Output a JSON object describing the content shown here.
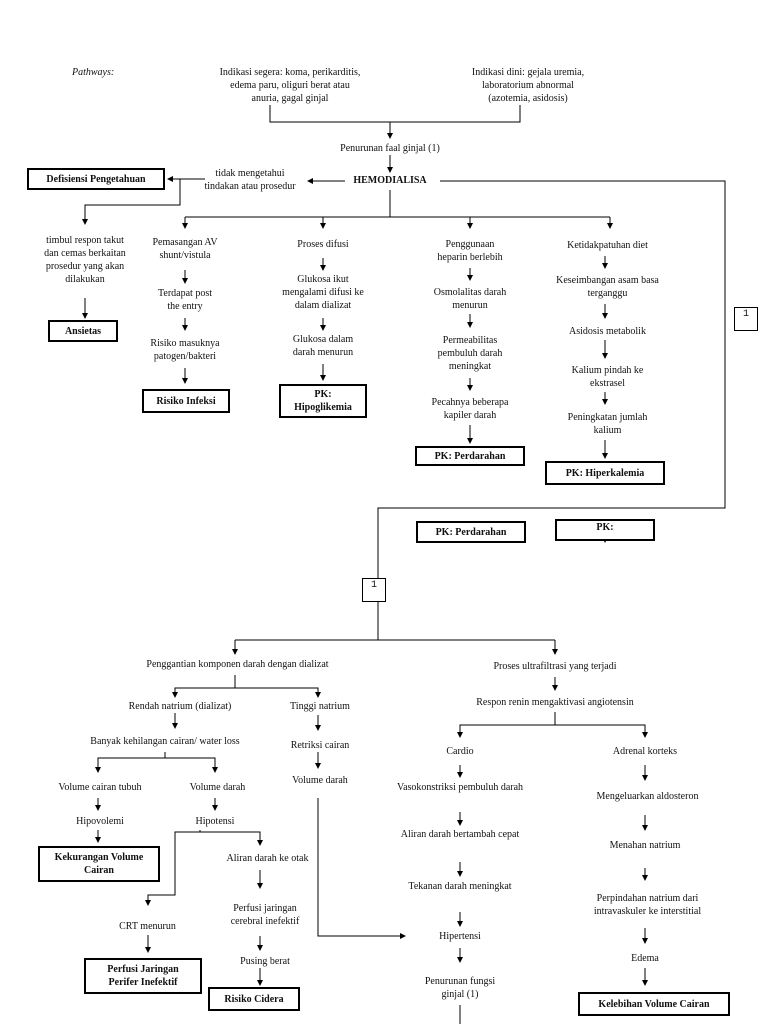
{
  "pathways_label": "Pathways:",
  "top": {
    "indikasi_segera": "Indikasi segera: koma, perikarditis,\nedema paru, oliguri berat atau\nanuria, gagal ginjal",
    "indikasi_dini": "Indikasi dini: gejala uremia,\nlaboratorium abnormal\n(azotemia, asidosis)",
    "penurunan_faal": "Penurunan faal ginjal (1)",
    "hemodialisa": "HEMODIALISA",
    "tidak_mengetahui": "tidak mengetahui\ntindakan atau prosedur",
    "defisiensi": "Defisiensi Pengetahuan",
    "timbul_respon": "timbul respon takut\ndan cemas berkaitan\nprosedur yang akan\ndilakukan",
    "ansietas": "Ansietas"
  },
  "col_infeksi": {
    "c1": "Pemasangan AV\nshunt/vistula",
    "c2": "Terdapat post\nthe entry",
    "c3": "Risiko masuknya\npatogen/bakteri",
    "dx": "Risiko Infeksi"
  },
  "col_difusi": {
    "c1": "Proses difusi",
    "c2": "Glukosa ikut\nmengalami difusi ke\ndalam dializat",
    "c3": "Glukosa dalam\ndarah menurun",
    "dx": "PK:\nHipoglikemia"
  },
  "col_heparin": {
    "c1": "Penggunaan\nheparin berlebih",
    "c2": "Osmolalitas darah\nmenurun",
    "c3": "Permeabilitas\npembuluh darah\nmeningkat",
    "c4": "Pecahnya beberapa\nkapiler darah",
    "dx": "PK: Perdarahan"
  },
  "col_diet": {
    "c1": "Ketidakpatuhan diet",
    "c2": "Keseimbangan asam basa\nterganggu",
    "c3": "Asidosis metabolik",
    "c4": "Kalium pindah ke\nekstrasel",
    "c5": "Peningkatan jumlah\nkalium",
    "dx": "PK: Hiperkalemia"
  },
  "mid": {
    "pk_perdarahan": "PK: Perdarahan",
    "pk_blank": "PK:",
    "ref1": "1",
    "ref2": "1"
  },
  "left_bottom": {
    "penggantian": "Penggantian komponen darah dengan dializat",
    "rendah_natrium": "Rendah natrium (dializat)",
    "tinggi_natrium": "Tinggi natrium",
    "banyak_kehilangan": "Banyak kehilangan cairan/ water loss",
    "retriksi": "Retriksi cairan",
    "volume_darah_kanan": "Volume darah",
    "volume_cairan_tubuh": "Volume cairan tubuh",
    "volume_darah": "Volume darah",
    "hipovolemi": "Hipovolemi",
    "hipotensi": "Hipotensi",
    "dx_kekurangan": "Kekurangan Volume\nCairan",
    "aliran_darah_otak": "Aliran darah ke otak",
    "crt": "CRT menurun",
    "perfusi_serebral": "Perfusi jaringan\ncerebral inefektif",
    "pusing": "Pusing berat",
    "dx_perfusi_perifer": "Perfusi Jaringan\nPerifer Inefektif",
    "dx_cidera": "Risiko Cidera"
  },
  "right_bottom": {
    "ultrafiltrasi": "Proses ultrafiltrasi yang terjadi",
    "respon_renin": "Respon renin mengaktivasi angiotensin",
    "cardio": "Cardio",
    "adrenal": "Adrenal korteks",
    "vasokonstriksi": "Vasokonstriksi pembuluh darah",
    "aldosteron": "Mengeluarkan aldosteron",
    "aliran_cepat": "Aliran darah bertambah cepat",
    "menahan_natrium": "Menahan natrium",
    "tekanan_darah": "Tekanan darah meningkat",
    "perpindahan_natrium": "Perpindahan natrium dari\nintravaskuler ke interstitial",
    "hipertensi": "Hipertensi",
    "edema": "Edema",
    "penurunan_fungsi": "Penurunan fungsi\nginjal (1)",
    "dx_kelebihan": "Kelebihan Volume Cairan"
  }
}
